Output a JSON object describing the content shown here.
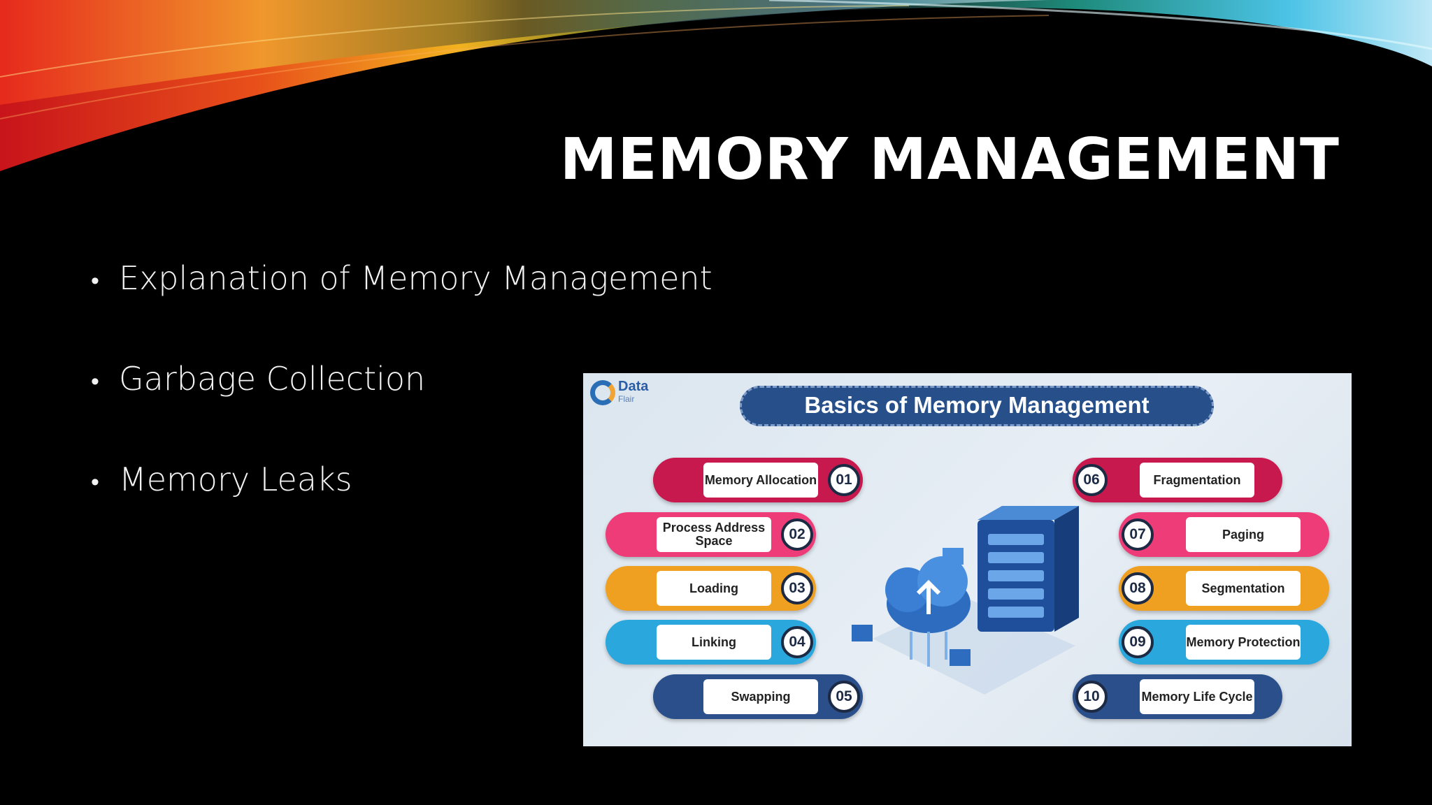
{
  "slide": {
    "title": "MEMORY MANAGEMENT",
    "bullets": [
      "Explanation of Memory Management",
      "Garbage Collection",
      "Memory Leaks"
    ]
  },
  "infographic": {
    "logo_name": "Data",
    "logo_sub": "Flair",
    "title": "Basics of Memory Management",
    "items": [
      {
        "num": "01",
        "label": "Memory Allocation",
        "color": "#c8194f"
      },
      {
        "num": "02",
        "label": "Process Address Space",
        "color": "#ee3c78"
      },
      {
        "num": "03",
        "label": "Loading",
        "color": "#f0a020"
      },
      {
        "num": "04",
        "label": "Linking",
        "color": "#2aa7dc"
      },
      {
        "num": "05",
        "label": "Swapping",
        "color": "#2b4f8a"
      },
      {
        "num": "06",
        "label": "Fragmentation",
        "color": "#c8194f"
      },
      {
        "num": "07",
        "label": "Paging",
        "color": "#ee3c78"
      },
      {
        "num": "08",
        "label": "Segmentation",
        "color": "#f0a020"
      },
      {
        "num": "09",
        "label": "Memory Protection",
        "color": "#2aa7dc"
      },
      {
        "num": "10",
        "label": "Memory Life Cycle",
        "color": "#2b4f8a"
      }
    ]
  }
}
